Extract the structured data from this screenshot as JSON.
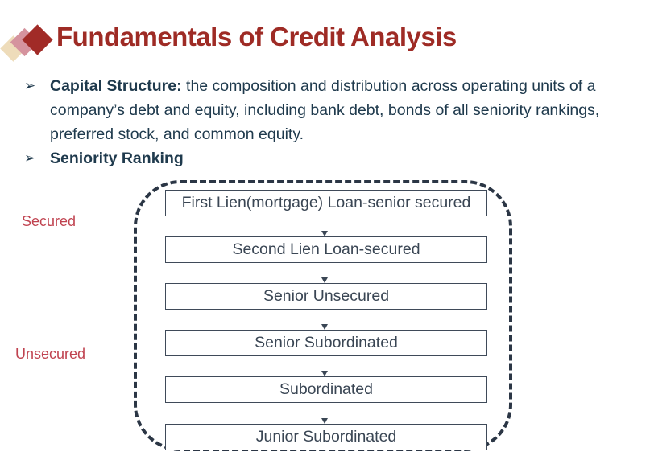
{
  "slide": {
    "title": "Fundamentals of Credit Analysis",
    "bullet_marker": "➢",
    "bullets": [
      {
        "bold": "Capital Structure:",
        "text": "  the composition and distribution across operating units of a company’s debt and equity, including bank debt, bonds of all seniority rankings, preferred stock, and common equity."
      },
      {
        "bold": "Seniority Ranking",
        "text": ""
      }
    ],
    "diagram": {
      "side_labels": [
        {
          "label": "Secured"
        },
        {
          "label": "Unsecured"
        }
      ],
      "boxes": [
        "First Lien(mortgage) Loan-senior secured",
        "Second Lien Loan-secured",
        "Senior Unsecured",
        "Senior Subordinated",
        "Subordinated",
        "Junior Subordinated"
      ]
    },
    "colors": {
      "title": "#9e2b25",
      "body_text": "#1f3a4d",
      "side_label": "#c04350",
      "box_border": "#3f4a59",
      "box_text": "#3a4654",
      "dashed_border": "#2b3645",
      "logo_beige": "#eedcba",
      "logo_pink": "#d5939e",
      "logo_red": "#a12b27"
    }
  }
}
